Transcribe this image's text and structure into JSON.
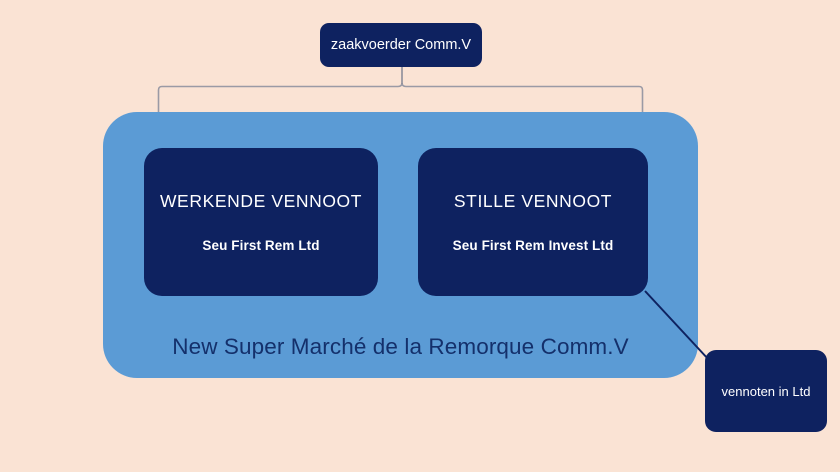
{
  "diagram": {
    "title_note": "zaakvoerder Comm.V",
    "manager": {
      "label": "zaakvoerder Comm.V"
    },
    "company": {
      "name": "New Super Marché de la Remorque Comm.V"
    },
    "partners": [
      {
        "role": "WERKENDE VENNOOT",
        "entity": "Seu First Rem Ltd"
      },
      {
        "role": "STILLE VENNOOT",
        "entity": "Seu First Rem Invest Ltd"
      }
    ],
    "side_note": {
      "label": "vennoten in Ltd"
    },
    "colors": {
      "background": "#fae3d4",
      "container_blue": "#5b9bd5",
      "box_navy": "#0e2260",
      "text_light": "#ffffff",
      "company_text": "#14306b",
      "brace_line": "#8a8f9a",
      "connector_line": "#0e2260"
    }
  }
}
